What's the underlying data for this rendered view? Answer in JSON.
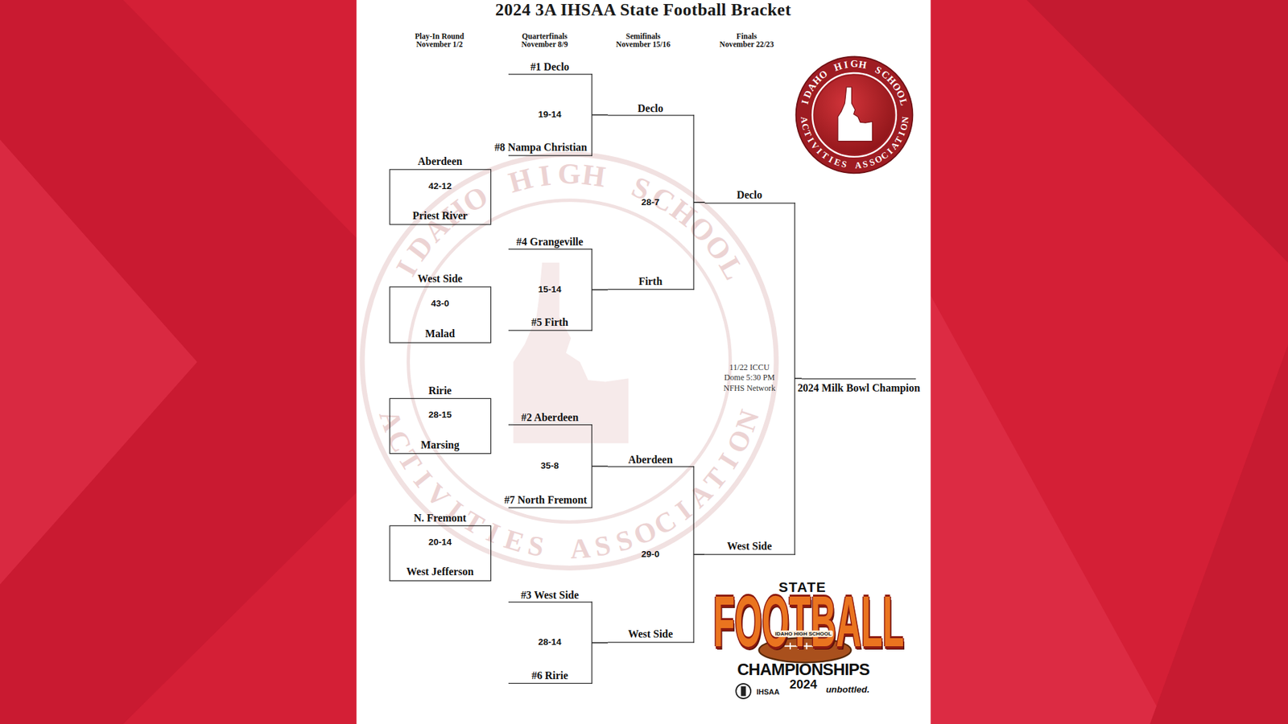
{
  "diagram": {
    "title": "2024 3A IHSAA State Football Bracket",
    "nodes": [
      {
        "text": [
          "Aberdeen",
          "42-12",
          "Priest River"
        ]
      },
      {
        "text": [
          "West Side",
          "43-0",
          "Malad"
        ]
      },
      {
        "text": [
          "Ririe",
          "28-15",
          "Marsing"
        ]
      },
      {
        "text": [
          "N. Fremont",
          "20-14",
          "West Jefferson"
        ]
      },
      {
        "text": [
          "#1 Declo",
          "19-14",
          "#8 Nampa Christian"
        ]
      },
      {
        "text": [
          "#4 Grangeville",
          "15-14",
          "#5 Firth"
        ]
      },
      {
        "text": [
          "#2 Aberdeen",
          "35-8",
          "#7 North Fremont"
        ]
      },
      {
        "text": [
          "#3 West Side",
          "28-14",
          "#6 Ririe"
        ]
      },
      {
        "text": [
          "Declo",
          "28-7",
          "Firth"
        ]
      },
      {
        "text": [
          "Aberdeen",
          "29-0",
          "West Side"
        ]
      },
      {
        "text": [
          "Declo",
          "11/22 ICCU Dome 5:30 PM NFHS Network",
          "West Side"
        ]
      },
      {
        "text": [
          "2024 Milk Bowl Champion"
        ]
      }
    ],
    "edges": [
      {
        "from": 4,
        "to": 8,
        "arrow": "none"
      },
      {
        "from": 5,
        "to": 8,
        "arrow": "none"
      },
      {
        "from": 6,
        "to": 9,
        "arrow": "none"
      },
      {
        "from": 7,
        "to": 9,
        "arrow": "none"
      },
      {
        "from": 8,
        "to": 10,
        "arrow": "none"
      },
      {
        "from": 9,
        "to": 10,
        "arrow": "none"
      },
      {
        "from": 10,
        "to": 11,
        "arrow": "none"
      }
    ],
    "labels": [
      "Play-In Round November 1/2",
      "Quarterfinals November 8/9",
      "Semifinals November 15/16",
      "Finals November 22/23",
      "IDAHO HIGH SCHOOL",
      "ACTIVITIES ASSOCIATION",
      "IDAHO HIGH SCHOOL",
      "ACTIVITIES ASSOCIATION",
      "STATE",
      "FOOTBALL",
      "IDAHO HIGH SCHOOL",
      "CHAMPIONSHIPS",
      "2024",
      "IHSAA",
      "unbottled."
    ]
  }
}
